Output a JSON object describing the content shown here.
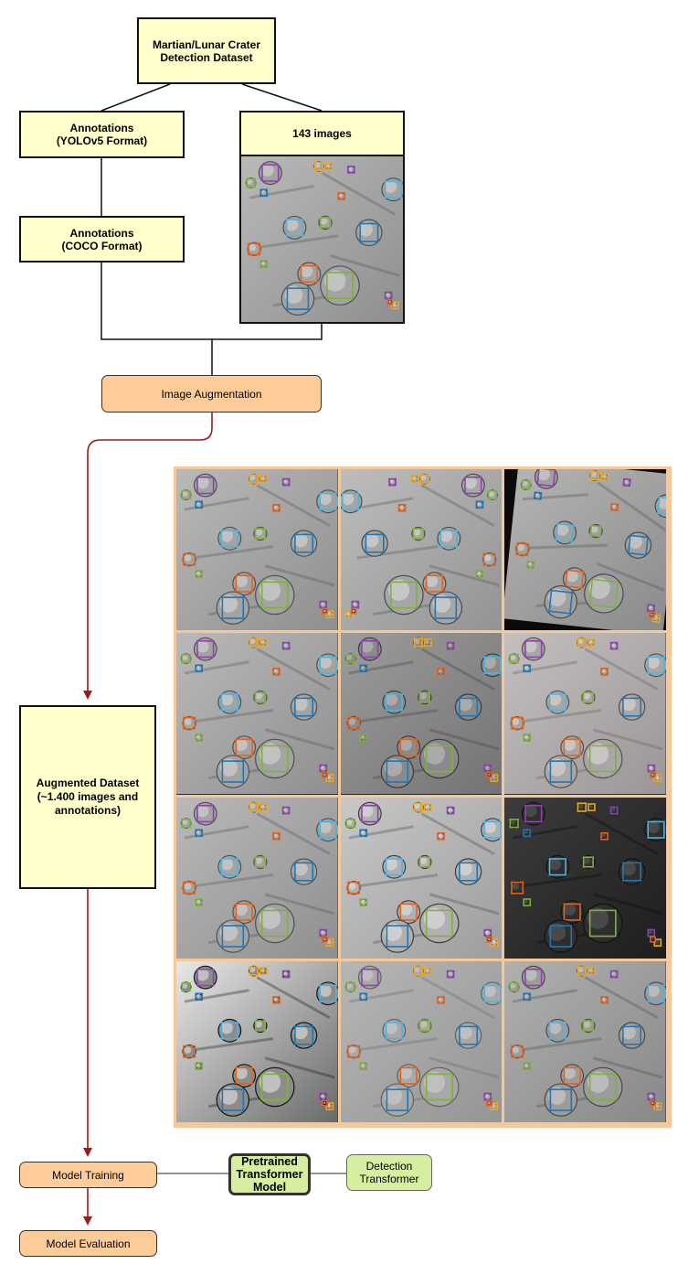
{
  "nodes": {
    "dataset": "Martian/Lunar Crater\nDetection Dataset",
    "annotations_yolo": "Annotations\n(YOLOv5 Format)",
    "images_count": "143 images",
    "annotations_coco": "Annotations\n(COCO Format)",
    "augmentation": "Image Augmentation",
    "augmented_dataset": "Augmented Dataset\n(~1.400 images and\nannotations)",
    "model_training": "Model Training",
    "pretrained_model": "Pretrained\nTransformer\nModel",
    "detection_transformer": "Detection\nTransformer",
    "model_evaluation": "Model Evaluation"
  },
  "colors": {
    "yellow_fill": "#ffffcc",
    "orange_fill": "#ffcc99",
    "green_fill": "#d5ee9f",
    "arrow_red": "#9b1c1c",
    "grid_border": "#f5c89a",
    "bbox_colors": [
      "#1f77b4",
      "#e3641e",
      "#7fb23a",
      "#f2a81d",
      "#8e44ad",
      "#4fb3e0"
    ]
  },
  "augmentation_grid": {
    "rows": 4,
    "columns": 3,
    "variants": [
      "original",
      "flipped",
      "rotated",
      "original",
      "darker",
      "noisy",
      "original",
      "sharpened",
      "dark",
      "high-contrast",
      "smooth",
      "grainy"
    ]
  }
}
